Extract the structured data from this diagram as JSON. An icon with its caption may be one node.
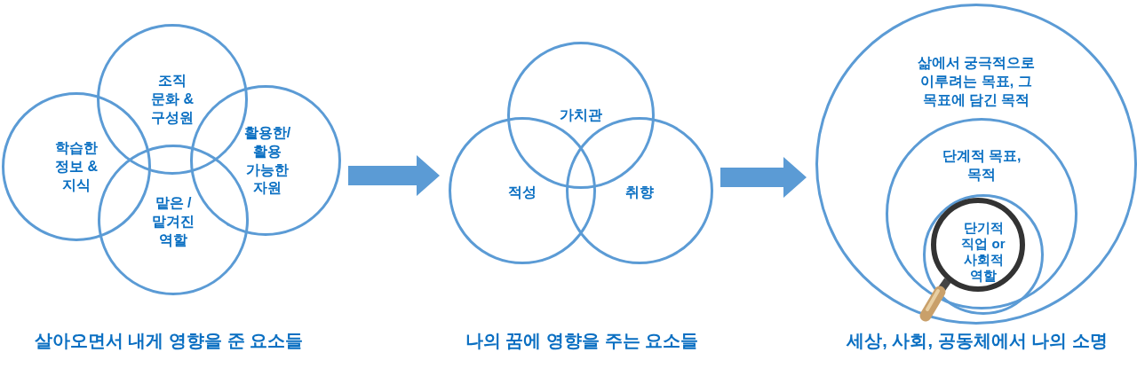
{
  "diagram": {
    "nodes": [
      {
        "text": [
          "조직 문화 & 구성원"
        ]
      },
      {
        "text": [
          "학습한 정보 & 지식"
        ]
      },
      {
        "text": [
          "활용한/ 활용 가능한 자원"
        ]
      },
      {
        "text": [
          "맡은 /맡겨진 역할"
        ]
      },
      {
        "text": [
          "가치관"
        ]
      },
      {
        "text": [
          "적성"
        ]
      },
      {
        "text": [
          "취향"
        ]
      },
      {
        "text": [
          "삶에서 궁극적으로 이루려는 목표, 그 목표에 담긴 목적"
        ]
      },
      {
        "text": [
          "단계적 목표, 목적"
        ],
        "in": 7
      },
      {
        "text": [
          "단기적 직업 or 사회적 역할"
        ],
        "in": 8
      }
    ],
    "edges": [
      {
        "from": 2,
        "to": 5,
        "arrow": "to",
        "style": "thick"
      },
      {
        "from": 6,
        "to": 7,
        "arrow": "to",
        "style": "thick"
      }
    ],
    "labels": [
      "살아오면서 내게 영향을 준 요소들",
      "나의 꿈에 영향을 주는 요소들",
      "세상, 사회, 공동체에서 나의 소명"
    ]
  }
}
